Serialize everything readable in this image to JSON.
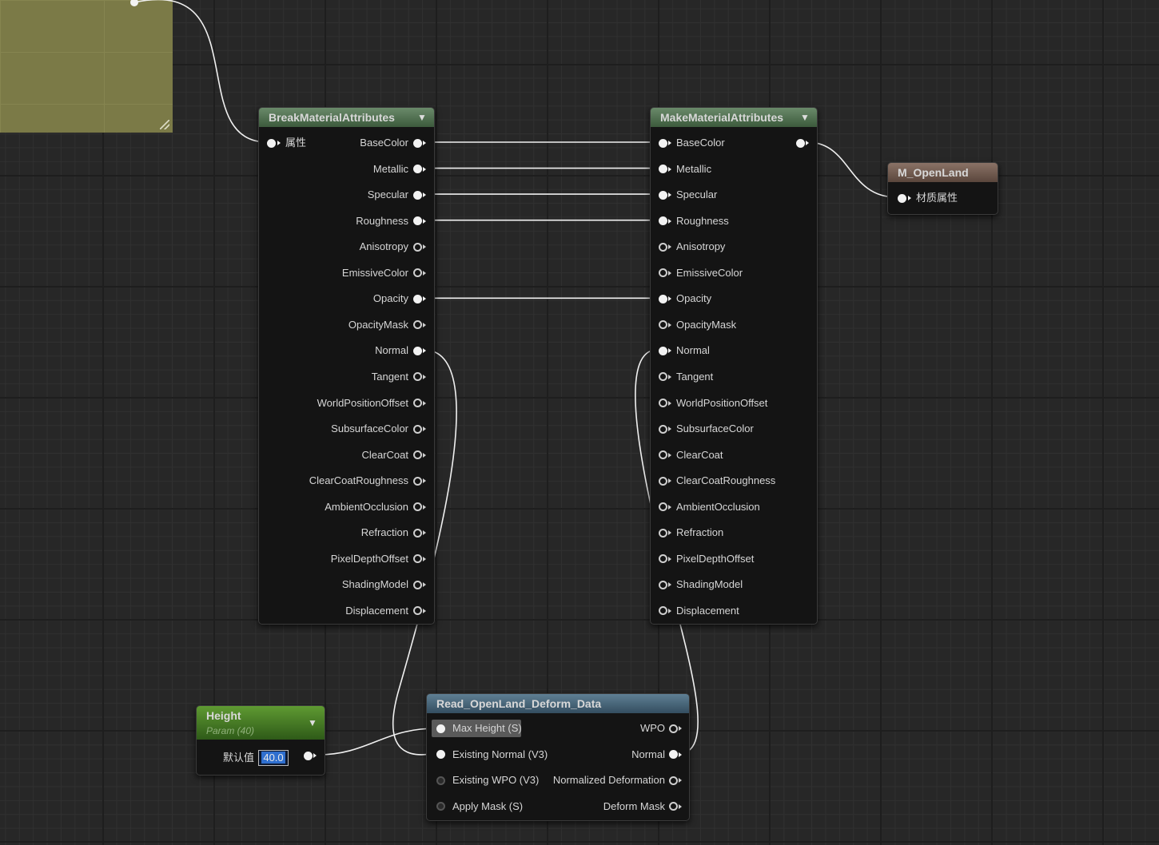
{
  "break_node": {
    "title": "BreakMaterialAttributes",
    "input_label": "属性",
    "outputs": [
      {
        "label": "BaseColor",
        "connected": true
      },
      {
        "label": "Metallic",
        "connected": true
      },
      {
        "label": "Specular",
        "connected": true
      },
      {
        "label": "Roughness",
        "connected": true
      },
      {
        "label": "Anisotropy",
        "connected": false
      },
      {
        "label": "EmissiveColor",
        "connected": false
      },
      {
        "label": "Opacity",
        "connected": true
      },
      {
        "label": "OpacityMask",
        "connected": false
      },
      {
        "label": "Normal",
        "connected": true
      },
      {
        "label": "Tangent",
        "connected": false
      },
      {
        "label": "WorldPositionOffset",
        "connected": false
      },
      {
        "label": "SubsurfaceColor",
        "connected": false
      },
      {
        "label": "ClearCoat",
        "connected": false
      },
      {
        "label": "ClearCoatRoughness",
        "connected": false
      },
      {
        "label": "AmbientOcclusion",
        "connected": false
      },
      {
        "label": "Refraction",
        "connected": false
      },
      {
        "label": "PixelDepthOffset",
        "connected": false
      },
      {
        "label": "ShadingModel",
        "connected": false
      },
      {
        "label": "Displacement",
        "connected": false
      }
    ]
  },
  "make_node": {
    "title": "MakeMaterialAttributes",
    "inputs": [
      {
        "label": "BaseColor",
        "connected": true
      },
      {
        "label": "Metallic",
        "connected": true
      },
      {
        "label": "Specular",
        "connected": true
      },
      {
        "label": "Roughness",
        "connected": true
      },
      {
        "label": "Anisotropy",
        "connected": false
      },
      {
        "label": "EmissiveColor",
        "connected": false
      },
      {
        "label": "Opacity",
        "connected": true
      },
      {
        "label": "OpacityMask",
        "connected": false
      },
      {
        "label": "Normal",
        "connected": true
      },
      {
        "label": "Tangent",
        "connected": false
      },
      {
        "label": "WorldPositionOffset",
        "connected": false
      },
      {
        "label": "SubsurfaceColor",
        "connected": false
      },
      {
        "label": "ClearCoat",
        "connected": false
      },
      {
        "label": "ClearCoatRoughness",
        "connected": false
      },
      {
        "label": "AmbientOcclusion",
        "connected": false
      },
      {
        "label": "Refraction",
        "connected": false
      },
      {
        "label": "PixelDepthOffset",
        "connected": false
      },
      {
        "label": "ShadingModel",
        "connected": false
      },
      {
        "label": "Displacement",
        "connected": false
      }
    ]
  },
  "output_node": {
    "title": "M_OpenLand",
    "input_label": "材质属性"
  },
  "height_node": {
    "title": "Height",
    "subtitle": "Param (40)",
    "default_label": "默认值",
    "default_value": "40.0"
  },
  "deform_node": {
    "title": "Read_OpenLand_Deform_Data",
    "inputs": [
      {
        "label": "Max Height (S)",
        "connected": true
      },
      {
        "label": "Existing Normal (V3)",
        "connected": true
      },
      {
        "label": "Existing WPO (V3)",
        "connected": false
      },
      {
        "label": "Apply Mask (S)",
        "connected": false
      }
    ],
    "outputs": [
      {
        "label": "WPO",
        "connected": false
      },
      {
        "label": "Normal",
        "connected": true
      },
      {
        "label": "Normalized Deformation",
        "connected": false
      },
      {
        "label": "Deform Mask",
        "connected": false
      }
    ]
  },
  "colors": {
    "background": "#272727",
    "node_body": "#141414",
    "wire": "#f0f0f0",
    "comment": "#7b7a47"
  },
  "icons": {
    "collapse": "chevron-down-icon",
    "resize": "resize-grip-icon"
  }
}
